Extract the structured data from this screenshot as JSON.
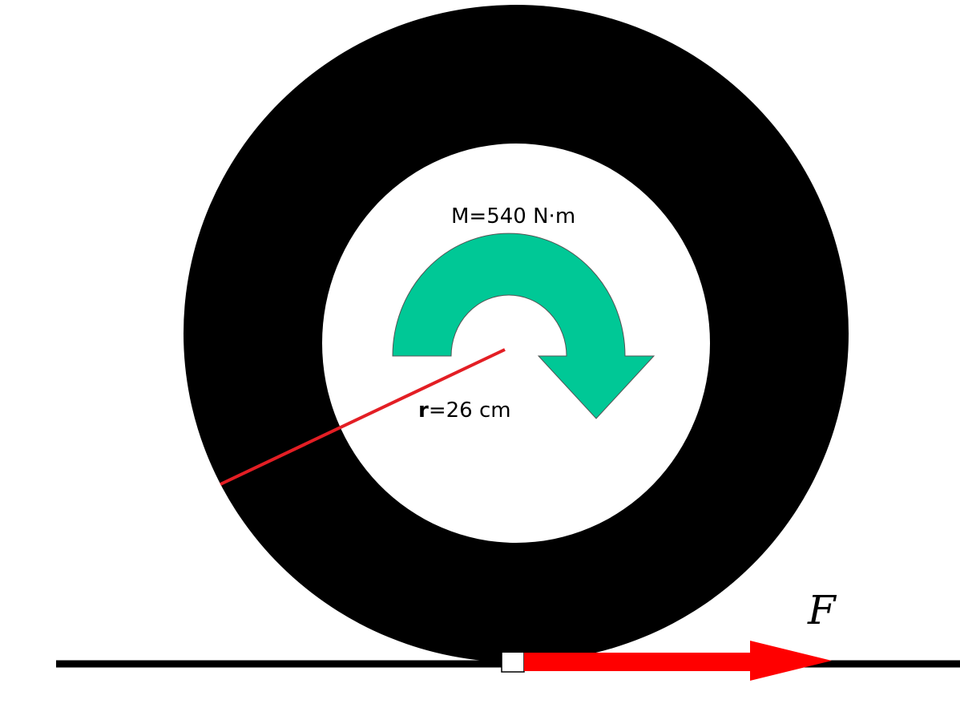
{
  "diagram": {
    "moment_label": "M=540 N·m",
    "radius_label_bold": "r",
    "radius_label_rest": "=26 cm",
    "force_label": "F"
  },
  "colors": {
    "tire": "#000000",
    "moment_arrow": "#00c896",
    "radius_line": "#e31e24",
    "force_arrow": "#ff0000",
    "ground": "#000000"
  }
}
